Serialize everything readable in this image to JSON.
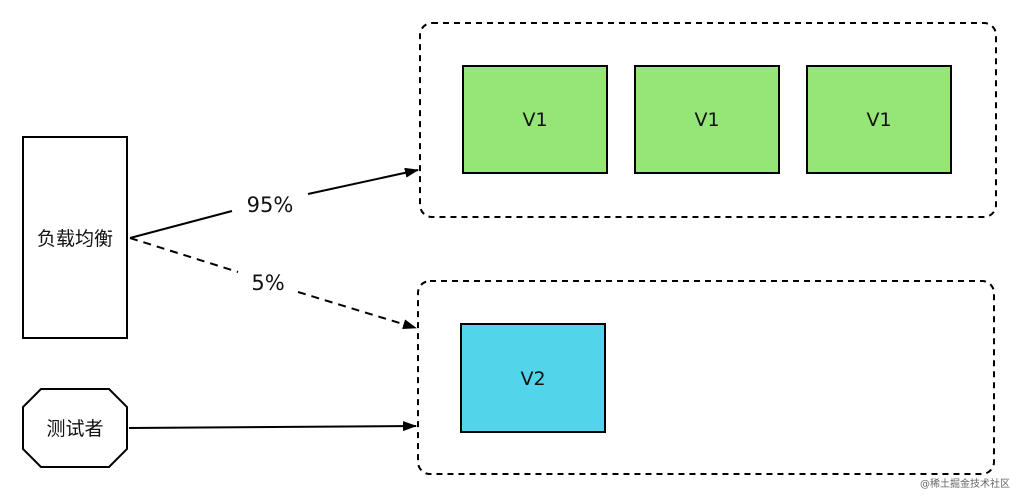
{
  "nodes": {
    "load_balancer": {
      "label": "负载均衡"
    },
    "tester": {
      "label": "测试者"
    },
    "v1_1": {
      "label": "V1"
    },
    "v1_2": {
      "label": "V1"
    },
    "v1_3": {
      "label": "V1"
    },
    "v2": {
      "label": "V2"
    }
  },
  "edges": {
    "to_v1_group": {
      "label": "95%"
    },
    "to_v2_group": {
      "label": "5%"
    }
  },
  "watermark": "@稀土掘金技术社区",
  "colors": {
    "v1_fill": "#95e676",
    "v2_fill": "#52d5ea",
    "stroke": "#000000",
    "background": "#ffffff"
  }
}
